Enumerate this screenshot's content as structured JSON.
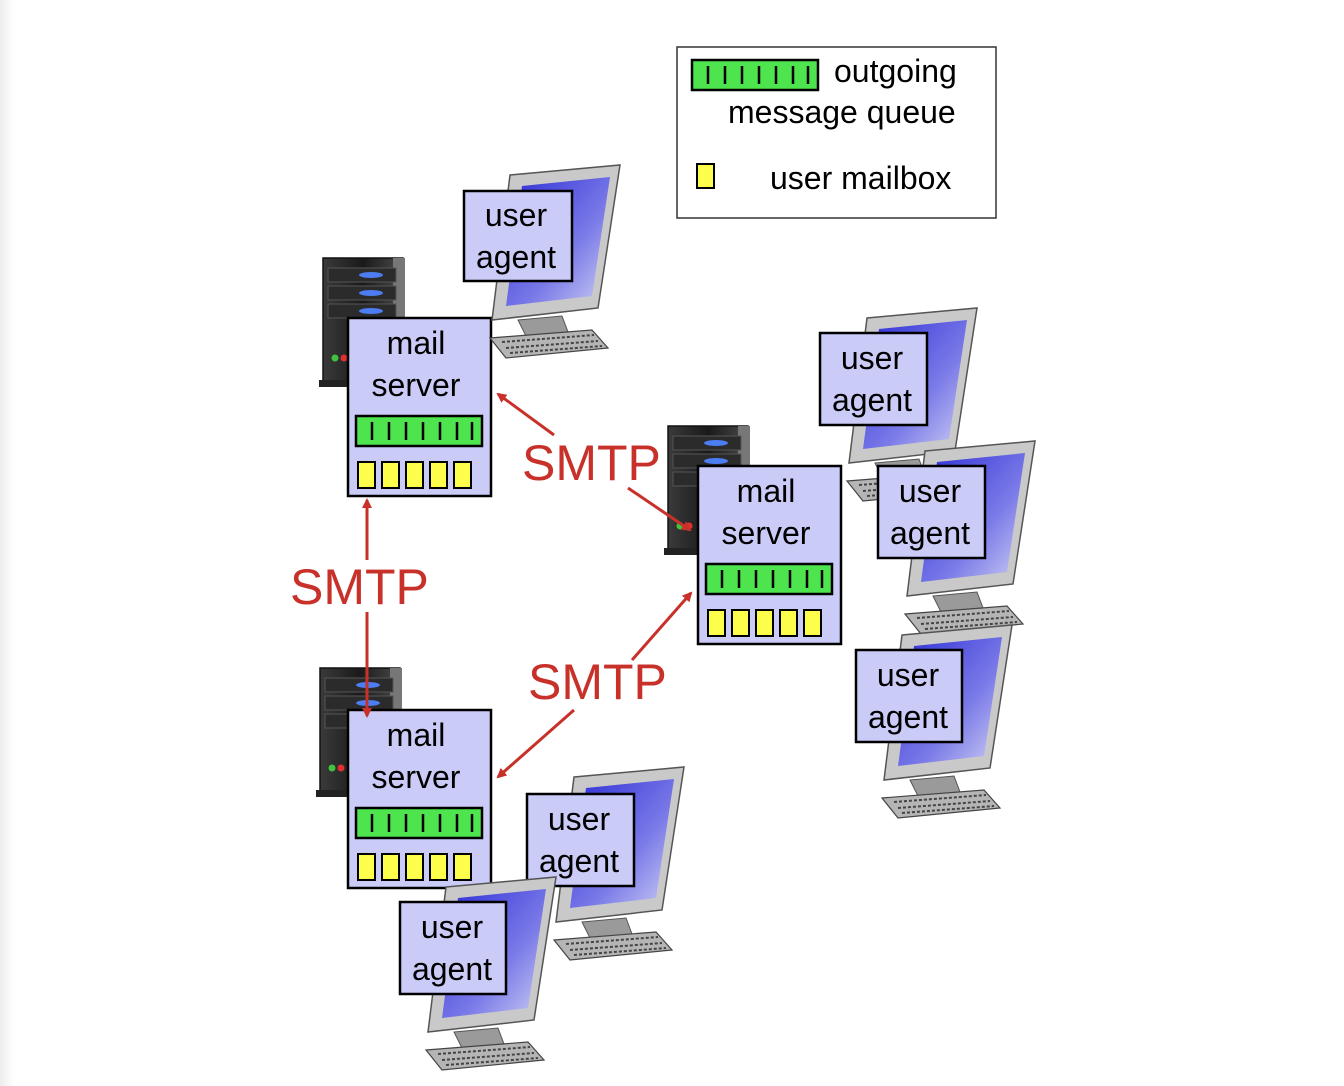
{
  "legend": {
    "queue_line1": "outgoing",
    "queue_line2": "message queue",
    "mailbox": "user mailbox"
  },
  "mail_server": {
    "line1": "mail",
    "line2": "server"
  },
  "user_agent": {
    "line1": "user",
    "line2": "agent"
  },
  "protocol_label": "SMTP",
  "colors": {
    "queue_green": "#4ee44e",
    "mailbox_yellow": "#fdfd4b",
    "box_fill": "#cbcbf8",
    "arrow_red": "#c8312a"
  },
  "icons": [
    "server-tower-icon",
    "desktop-computer-icon"
  ]
}
